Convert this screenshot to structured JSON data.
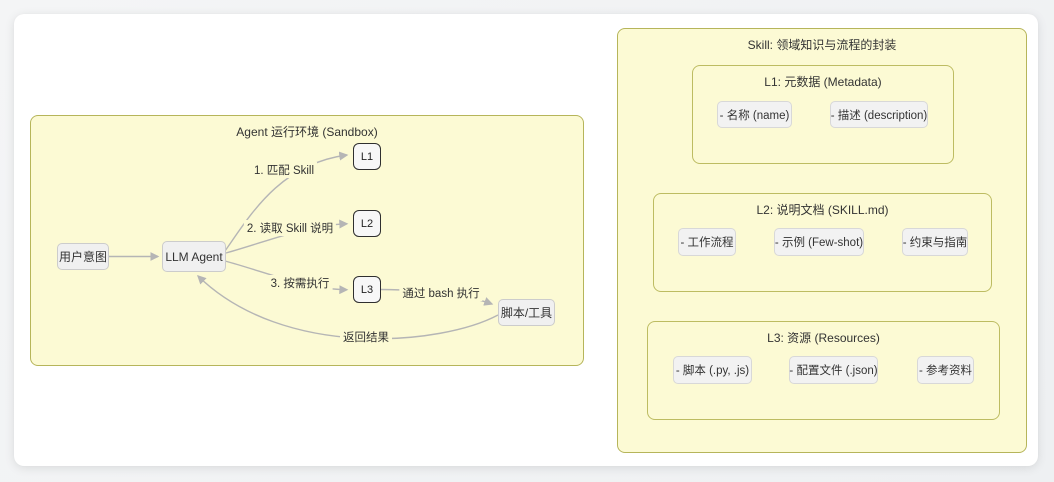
{
  "colors": {
    "page_background": "#f0f1f3",
    "card_background": "#ffffff",
    "cluster_fill": "#fcfad4",
    "cluster_border": "#b6b55a",
    "node_fill": "#f0f0f0",
    "node_border": "#cccccc",
    "level_node_border": "#2f2f2f",
    "edge_color": "#b5b5b5",
    "text_color": "#333333"
  },
  "left_cluster": {
    "title": "Agent 运行环境 (Sandbox)",
    "nodes": {
      "user_intent": "用户意图",
      "llm_agent": "LLM Agent",
      "l1": "L1",
      "l2": "L2",
      "l3": "L3",
      "script_tool": "脚本/工具"
    },
    "edge_labels": {
      "match_skill": "1. 匹配 Skill",
      "read_skill": "2. 读取 Skill 说明",
      "exec_on_demand": "3. 按需执行",
      "via_bash": "通过 bash 执行",
      "return_result": "返回结果"
    }
  },
  "right_cluster": {
    "title": "Skill: 领域知识与流程的封装",
    "sections": [
      {
        "title": "L1: 元数据 (Metadata)",
        "items": [
          "- 名称 (name)",
          "- 描述 (description)"
        ]
      },
      {
        "title": "L2: 说明文档 (SKILL.md)",
        "items": [
          "- 工作流程",
          "- 示例 (Few-shot)",
          "- 约束与指南"
        ]
      },
      {
        "title": "L3: 资源 (Resources)",
        "items": [
          "- 脚本 (.py, .js)",
          "- 配置文件 (.json)",
          "- 参考资料"
        ]
      }
    ]
  }
}
